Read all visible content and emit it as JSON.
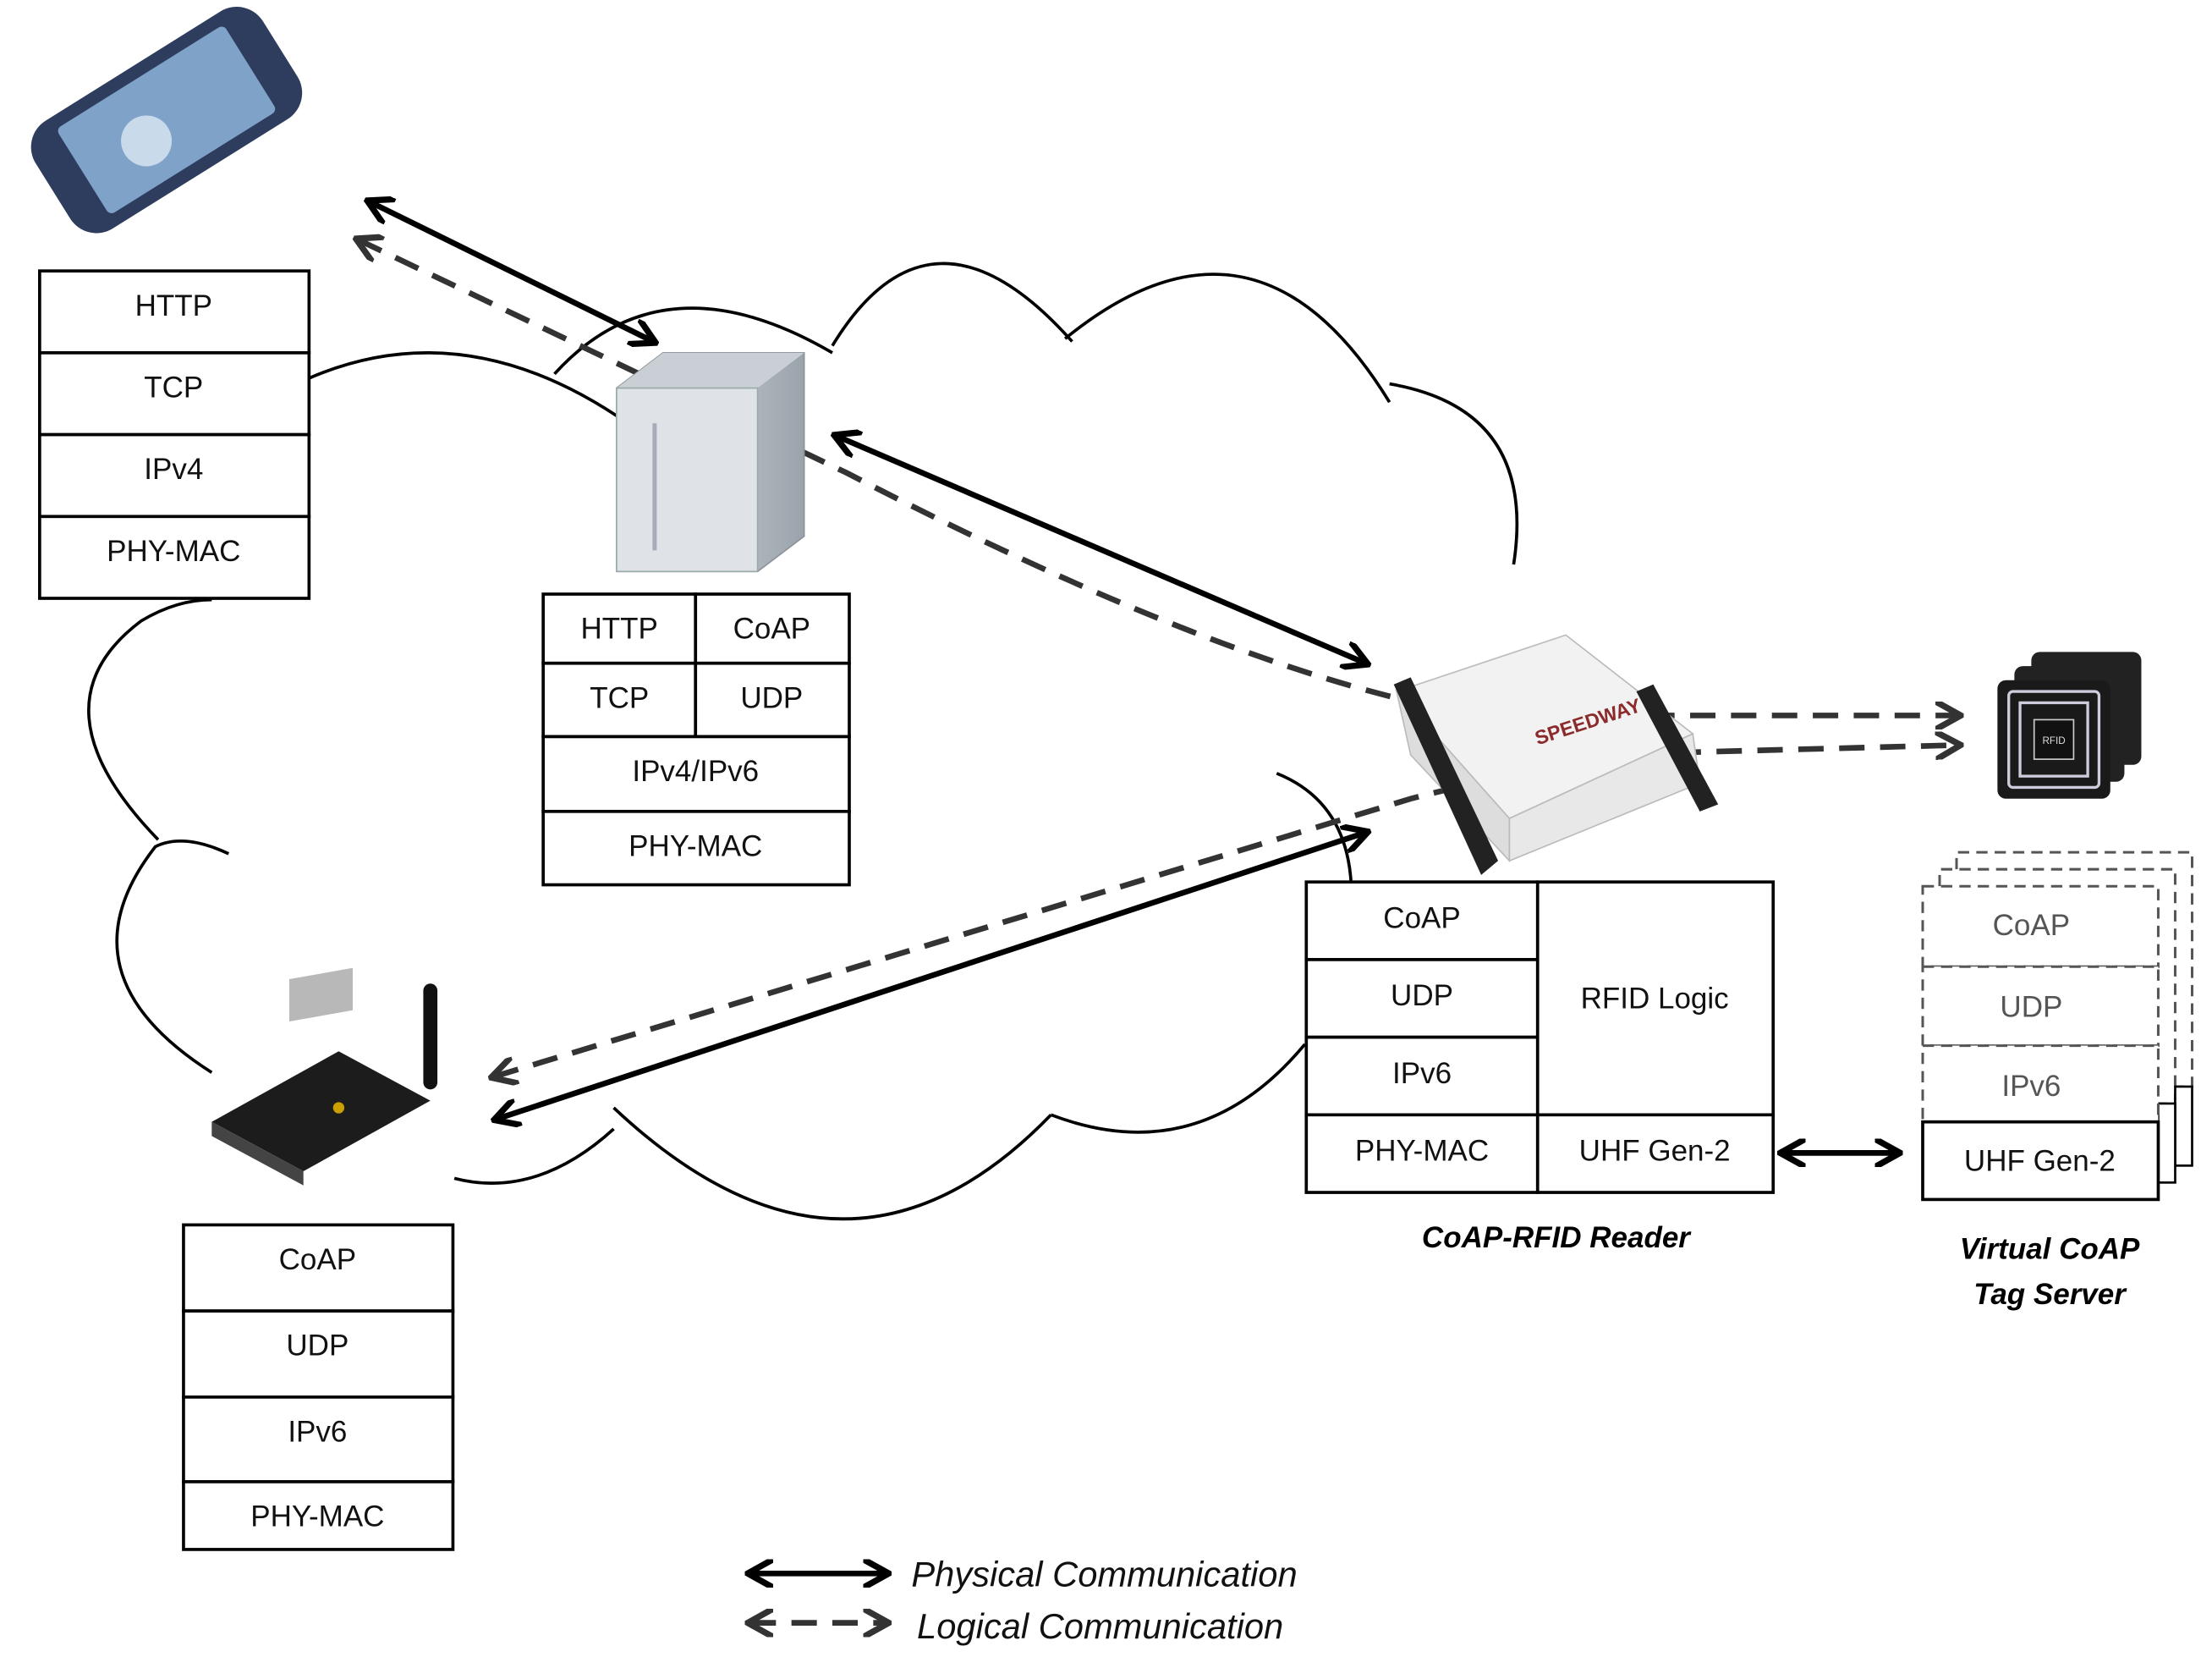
{
  "nodes": {
    "smartphone": {
      "stack": [
        "HTTP",
        "TCP",
        "IPv4",
        "PHY-MAC"
      ]
    },
    "server": {
      "stack_left": [
        "HTTP",
        "TCP"
      ],
      "stack_right": [
        "CoAP",
        "UDP"
      ],
      "stack_shared": [
        "IPv4/IPv6",
        "PHY-MAC"
      ]
    },
    "reader": {
      "stack_left": [
        "CoAP",
        "UDP",
        "IPv6",
        "PHY-MAC"
      ],
      "stack_right": [
        "RFID Logic",
        "UHF Gen-2"
      ],
      "caption": "CoAP-RFID Reader",
      "device_brand": "SPEEDWAY"
    },
    "tag_server": {
      "stack": [
        "CoAP",
        "UDP",
        "IPv6",
        "UHF Gen-2"
      ],
      "caption_line1": "Virtual CoAP",
      "caption_line2": "Tag Server",
      "tag_label": "RFID"
    },
    "sensor": {
      "stack": [
        "CoAP",
        "UDP",
        "IPv6",
        "PHY-MAC"
      ]
    }
  },
  "legend": {
    "physical": "Physical Communication",
    "logical": "Logical Communication"
  },
  "colors": {
    "line": "#000000",
    "dashed": "#333333"
  }
}
